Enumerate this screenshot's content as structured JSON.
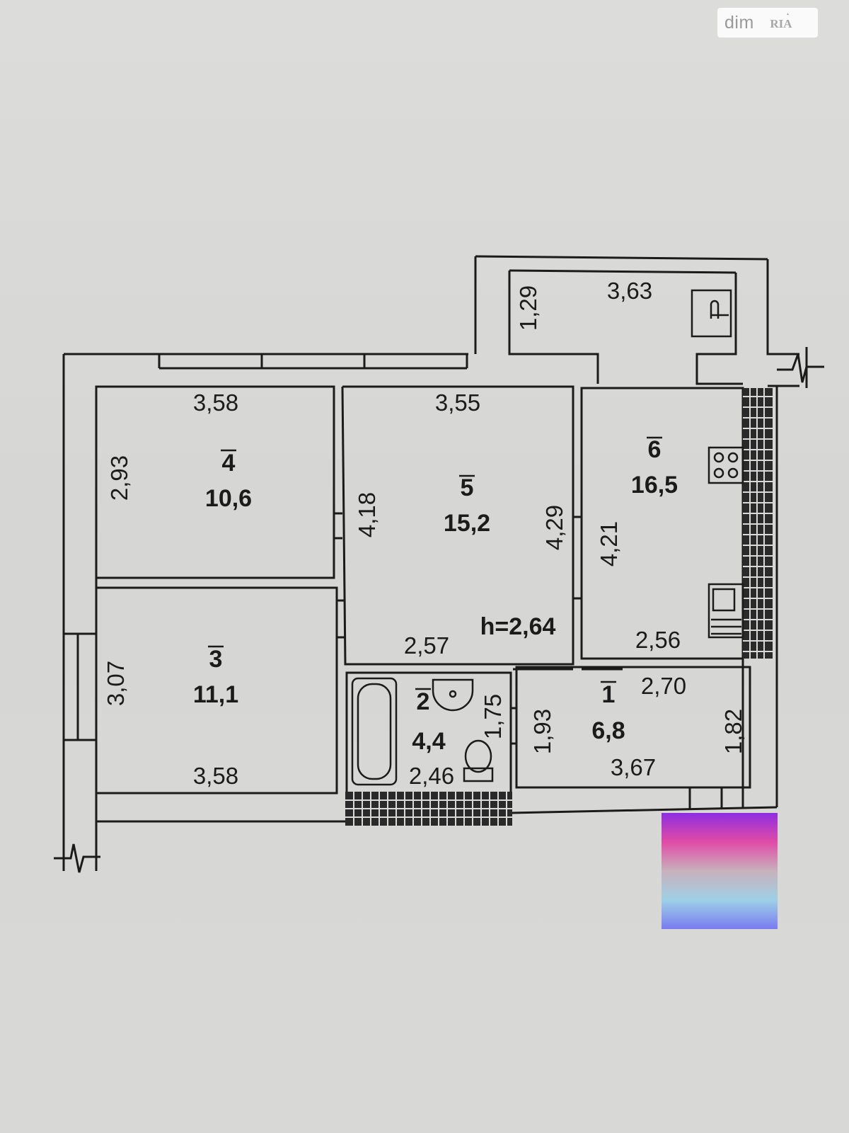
{
  "watermark": {
    "text": "dim",
    "logo_text": "RIA"
  },
  "ceiling_height": "h=2,64",
  "rooms": [
    {
      "number": "1",
      "area": "6,8"
    },
    {
      "number": "2",
      "area": "4,4"
    },
    {
      "number": "3",
      "area": "11,1"
    },
    {
      "number": "4",
      "area": "10,6"
    },
    {
      "number": "5",
      "area": "15,2"
    },
    {
      "number": "6",
      "area": "16,5"
    }
  ],
  "dimensions": {
    "room4_top": "3,58",
    "room4_left": "2,93",
    "room3_left": "3,07",
    "room3_bottom": "3,58",
    "room5_top": "3,55",
    "room5_left": "4,18",
    "room5_right": "4,29",
    "room5_bottom": "2,57",
    "room6_top": "3,63",
    "room6_balcony_left": "1,29",
    "room6_left": "4,21",
    "room6_bottom": "2,56",
    "room1_top": "2,70",
    "room1_left": "1,93",
    "room1_right": "1,82",
    "room1_bottom": "3,67",
    "room2_right": "1,75",
    "room2_bottom": "2,46"
  },
  "colors": {
    "wall": "#1b1b1b",
    "background": "#d9d9d7",
    "gradient_top": "#8e2de2",
    "gradient_bottom": "#7a7bf0"
  }
}
